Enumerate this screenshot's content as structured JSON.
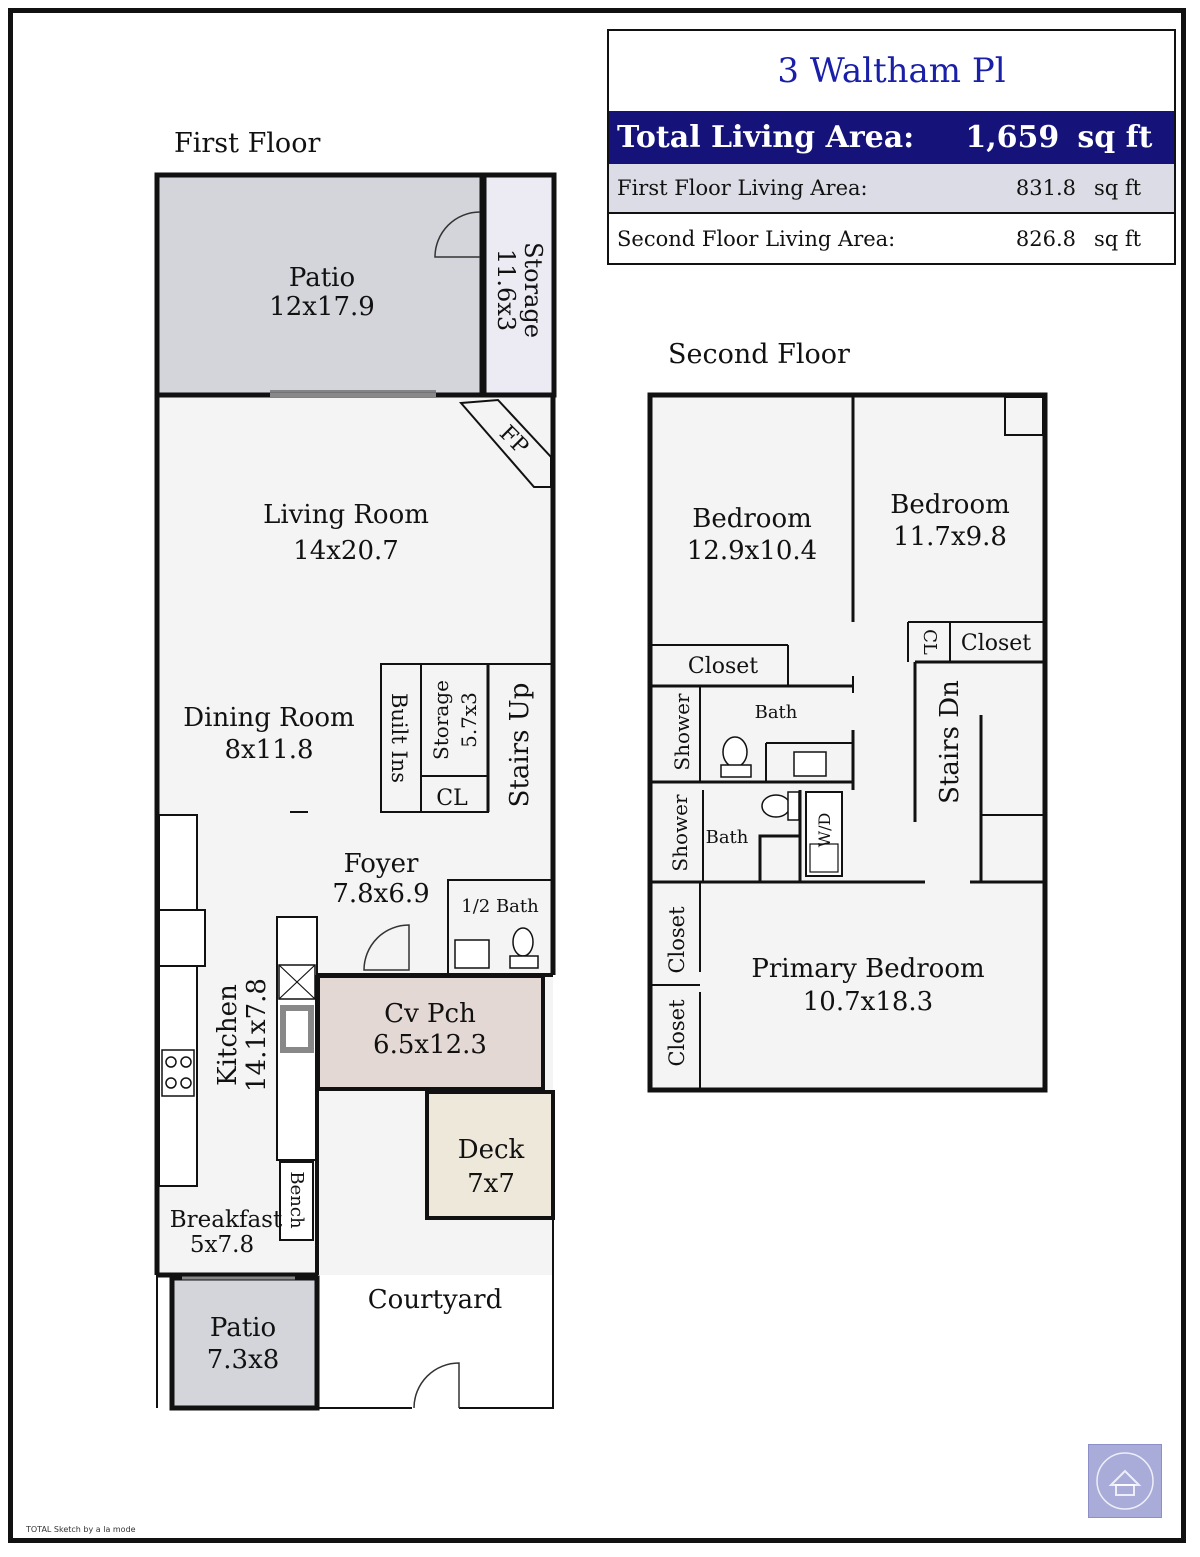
{
  "summary": {
    "address": "3 Waltham Pl",
    "total_label": "Total Living Area:",
    "total_value": "1,659",
    "total_unit": "sq ft",
    "first_label": "First Floor Living Area:",
    "first_value": "831.8",
    "first_unit": "sq ft",
    "second_label": "Second Floor Living Area:",
    "second_value": "826.8",
    "second_unit": "sq ft"
  },
  "headings": {
    "first_floor": "First Floor",
    "second_floor": "Second Floor"
  },
  "first_floor": {
    "patio_top": {
      "name": "Patio",
      "dims": "12x17.9"
    },
    "storage_top": {
      "name": "Storage",
      "dims": "11.6x3"
    },
    "fireplace": "FP",
    "living_room": {
      "name": "Living Room",
      "dims": "14x20.7"
    },
    "dining_room": {
      "name": "Dining Room",
      "dims": "8x11.8"
    },
    "built_ins": "Built Ins",
    "storage_mid": {
      "name": "Storage",
      "dims": "5.7x3"
    },
    "cl": "CL",
    "stairs_up": "Stairs Up",
    "foyer": {
      "name": "Foyer",
      "dims": "7.8x6.9"
    },
    "half_bath": "1/2 Bath",
    "kitchen": {
      "name": "Kitchen",
      "dims": "14.1x7.8"
    },
    "cv_pch": {
      "name": "Cv Pch",
      "dims": "6.5x12.3"
    },
    "deck": {
      "name": "Deck",
      "dims": "7x7"
    },
    "bench": "Bench",
    "breakfast": {
      "name": "Breakfast",
      "dims": "5x7.8"
    },
    "courtyard": "Courtyard",
    "patio_bottom": {
      "name": "Patio",
      "dims": "7.3x8"
    }
  },
  "second_floor": {
    "bedroom_left": {
      "name": "Bedroom",
      "dims": "12.9x10.4"
    },
    "bedroom_right": {
      "name": "Bedroom",
      "dims": "11.7x9.8"
    },
    "closet_left": "Closet",
    "closet_right": "Closet",
    "cl": "CL",
    "shower_1": "Shower",
    "bath_1": "Bath",
    "shower_2": "Shower",
    "bath_2": "Bath",
    "wd": "W/D",
    "stairs_dn": "Stairs Dn",
    "closet_p1": "Closet",
    "closet_p2": "Closet",
    "primary_bedroom": {
      "name": "Primary Bedroom",
      "dims": "10.7x18.3"
    }
  },
  "colors": {
    "patio": "#d4d5da",
    "storage": "#ecebf4",
    "cv_pch": "#e3d8d4",
    "deck": "#ede8da",
    "floor": "#f4f4f4",
    "title_bar": "#15137a",
    "address": "#1a1fa8"
  },
  "credit": "TOTAL Sketch by a la mode"
}
